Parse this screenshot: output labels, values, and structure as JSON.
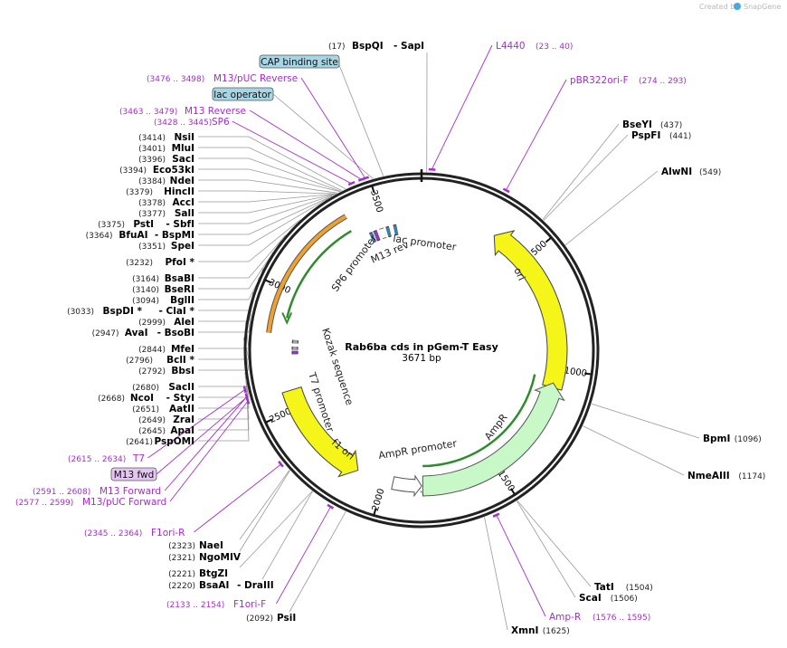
{
  "branding": {
    "created_by": "Created by",
    "product": "SnapGene"
  },
  "plasmid": {
    "name": "Rab6ba cds in pGem-T Easy",
    "length_label": "3671 bp"
  },
  "ring_ticks": [
    "500",
    "1000",
    "1500",
    "2000",
    "2500",
    "3000",
    "3500"
  ],
  "features": {
    "ori": "ori",
    "ampr": "AmpR",
    "ampr_promoter": "AmpR promoter",
    "f1_ori": "f1 ori",
    "t7_promoter": "T7 promoter",
    "kozak": "Kozak sequence",
    "sp6_promoter": "SP6 promoter",
    "m13_rev": "M13 rev",
    "lac_promoter": "lac promoter"
  },
  "callout_boxes": {
    "cap": "CAP binding site",
    "lac_operator": "lac operator",
    "m13_fwd": "M13 fwd"
  },
  "enzymes_left": [
    {
      "pos": "(3414)",
      "name": "NsiI"
    },
    {
      "pos": "(3401)",
      "name": "MluI"
    },
    {
      "pos": "(3396)",
      "name": "SacI"
    },
    {
      "pos": "(3394)",
      "name": "Eco53kI"
    },
    {
      "pos": "(3384)",
      "name": "NdeI"
    },
    {
      "pos": "(3379)",
      "name": "HincII"
    },
    {
      "pos": "(3378)",
      "name": "AccI"
    },
    {
      "pos": "(3377)",
      "name": "SalI"
    },
    {
      "pos": "(3375)",
      "name": "PstI",
      "extra": "- SbfI"
    },
    {
      "pos": "(3364)",
      "name": "BfuAI",
      "extra": "- BspMI"
    },
    {
      "pos": "(3351)",
      "name": "SpeI"
    },
    {
      "pos": "(3232)",
      "name": "PfoI *"
    },
    {
      "pos": "(3164)",
      "name": "BsaBI"
    },
    {
      "pos": "(3140)",
      "name": "BseRI"
    },
    {
      "pos": "(3094)",
      "name": "BglII"
    },
    {
      "pos": "(3033)",
      "name": "BspDI *",
      "extra": "- ClaI *"
    },
    {
      "pos": "(2999)",
      "name": "AleI"
    },
    {
      "pos": "(2947)",
      "name": "AvaI",
      "extra": "- BsoBI"
    },
    {
      "pos": "(2844)",
      "name": "MfeI"
    },
    {
      "pos": "(2796)",
      "name": "BclI *"
    },
    {
      "pos": "(2792)",
      "name": "BbsI"
    },
    {
      "pos": "(2680)",
      "name": "SacII"
    },
    {
      "pos": "(2668)",
      "name": "NcoI",
      "extra": "- StyI"
    },
    {
      "pos": "(2651)",
      "name": "AatII"
    },
    {
      "pos": "(2649)",
      "name": "ZraI"
    },
    {
      "pos": "(2645)",
      "name": "ApaI"
    },
    {
      "pos": "(2641)",
      "name": "PspOMI"
    }
  ],
  "enzymes_bottom_left": [
    {
      "pos": "(2323)",
      "name": "NaeI"
    },
    {
      "pos": "(2321)",
      "name": "NgoMIV"
    },
    {
      "pos": "(2221)",
      "name": "BtgZI"
    },
    {
      "pos": "(2220)",
      "name": "BsaAI",
      "extra": "- DraIII"
    },
    {
      "pos": "(2092)",
      "name": "PsiI"
    }
  ],
  "enzymes_right": [
    {
      "name": "BseYI",
      "pos": "(437)"
    },
    {
      "name": "PspFI",
      "pos": "(441)"
    },
    {
      "name": "AlwNI",
      "pos": "(549)"
    },
    {
      "name": "BpmI",
      "pos": "(1096)"
    },
    {
      "name": "NmeAIII",
      "pos": "(1174)"
    },
    {
      "name": "TatI",
      "pos": "(1504)"
    },
    {
      "name": "ScaI",
      "pos": "(1506)"
    },
    {
      "name": "XmnI",
      "pos": "(1625)"
    }
  ],
  "enzyme_top": {
    "pos": "(17)",
    "name": "BspQI",
    "extra": "- SapI"
  },
  "primers": [
    {
      "name": "L4440",
      "pos": "(23 .. 40)"
    },
    {
      "name": "pBR322ori-F",
      "pos": "(274 .. 293)"
    },
    {
      "name": "Amp-R",
      "pos": "(1576 .. 1595)"
    },
    {
      "name": "F1ori-F",
      "pos": "(2133 .. 2154)"
    },
    {
      "name": "F1ori-R",
      "pos": "(2345 .. 2364)"
    },
    {
      "name": "M13/pUC Forward",
      "pos": "(2577 .. 2599)"
    },
    {
      "name": "M13 Forward",
      "pos": "(2591 .. 2608)"
    },
    {
      "name": "T7",
      "pos": "(2615 .. 2634)"
    },
    {
      "name": "SP6",
      "pos": "(3428 .. 3445)"
    },
    {
      "name": "M13 Reverse",
      "pos": "(3463 .. 3479)"
    },
    {
      "name": "M13/pUC Reverse",
      "pos": "(3476 .. 3498)"
    }
  ],
  "colors": {
    "enzyme_line": "#9a9a9a",
    "primer": "#a22fc9",
    "ori": "#f5f51a",
    "ampr": "#c8f7c8",
    "orange": "#f0a030",
    "green_arrow": "#2e8b2e",
    "box_fill": "#a6d6e6",
    "m13fwd_fill": "#e5c6f2"
  }
}
